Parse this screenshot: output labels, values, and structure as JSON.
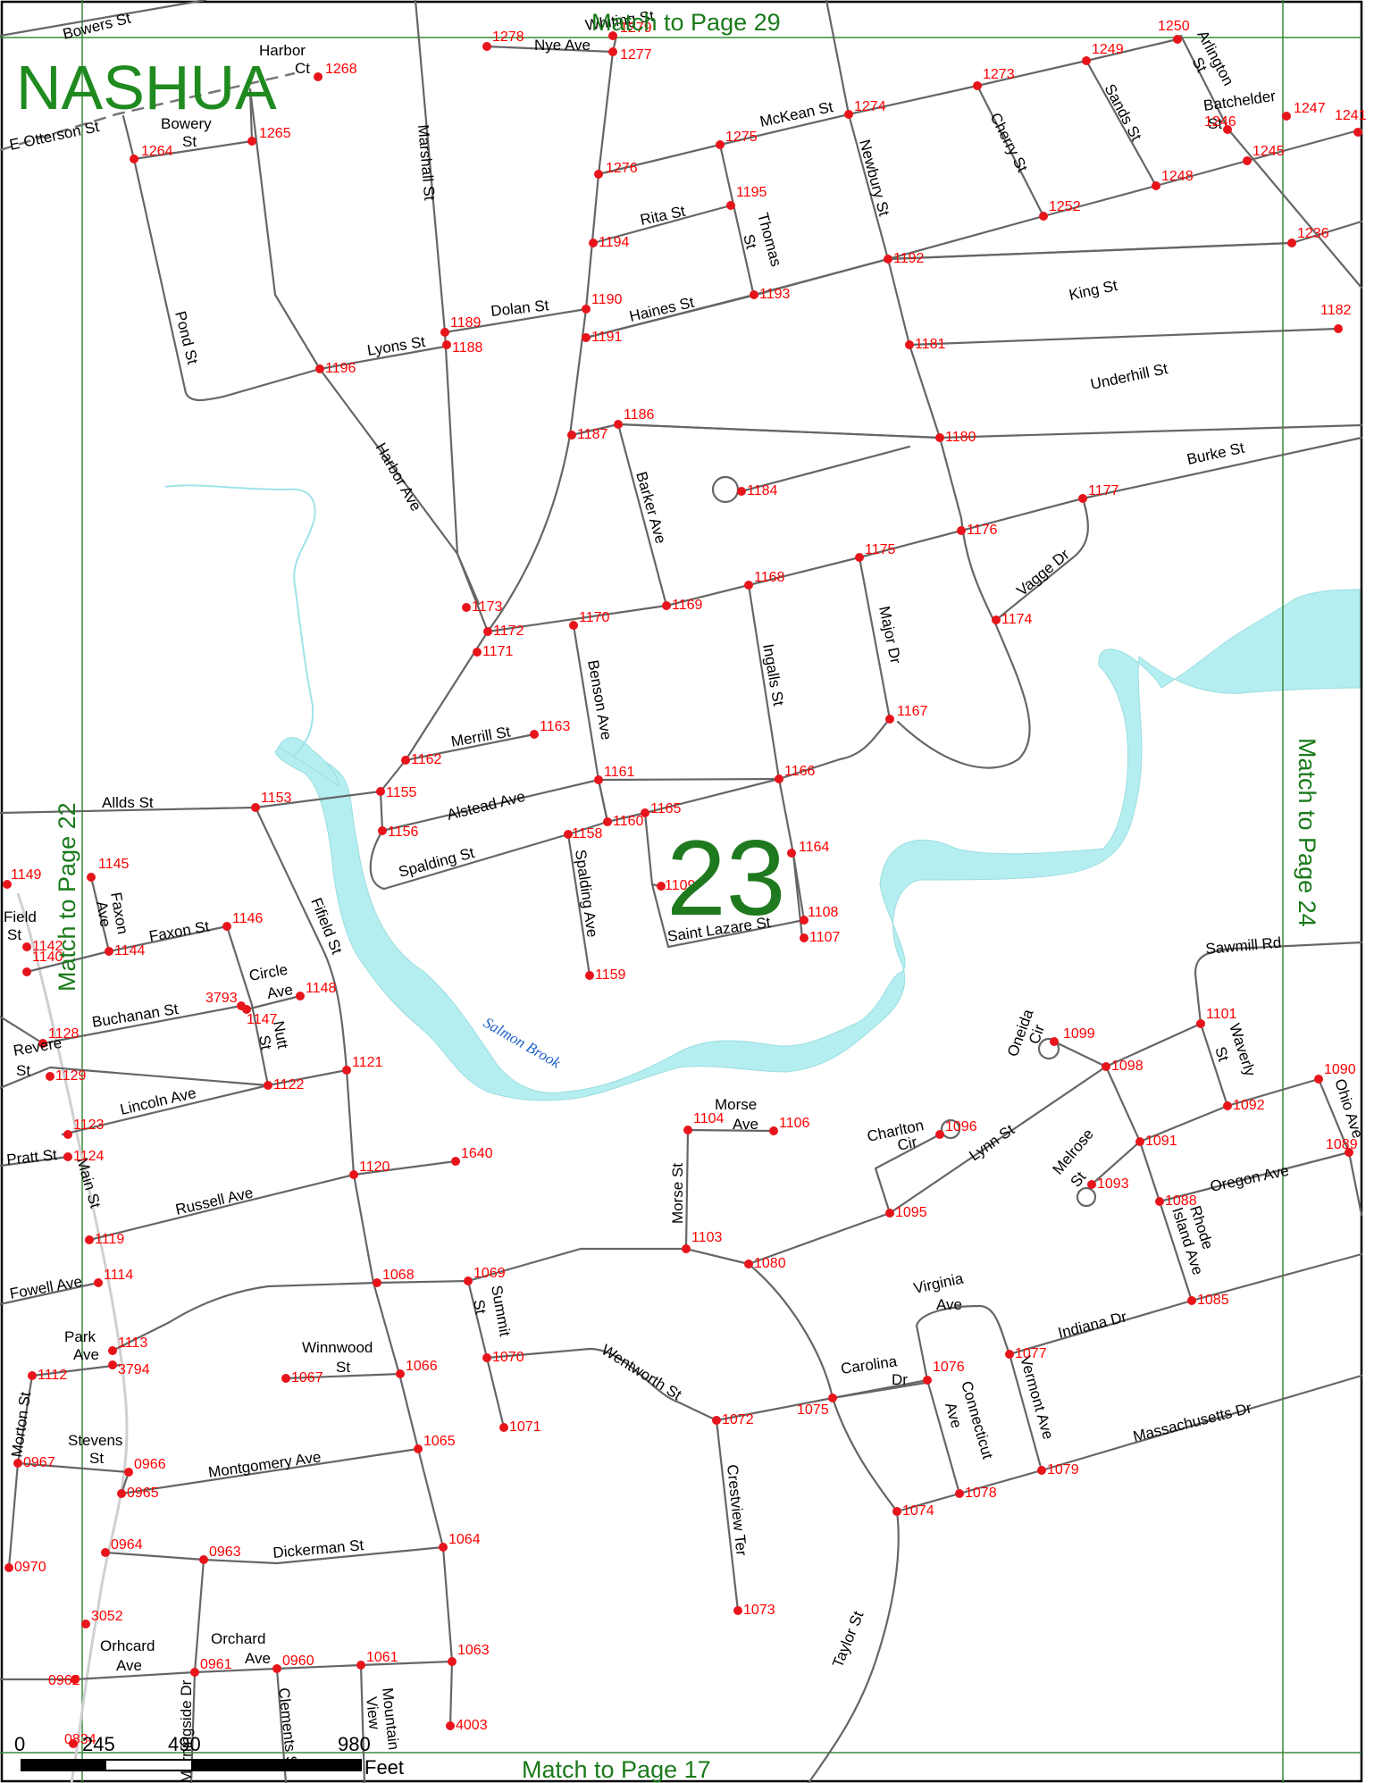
{
  "city": "NASHUA",
  "page_number": "23",
  "match_labels": {
    "top": "Match to Page 29",
    "bottom": "Match to Page 17",
    "left": "Match to Page 22",
    "right": "Match to Page 24"
  },
  "water_label": "Salmon Brook",
  "scale": {
    "ticks": [
      "0",
      "245",
      "490",
      "980"
    ],
    "unit": "Feet"
  },
  "streets": {
    "bowers": "Bowers St",
    "harbor_ct_1": "Harbor",
    "harbor_ct_2": "Ct",
    "e_otterson": "E Otterson St",
    "bowery_1": "Bowery",
    "bowery_2": "St",
    "whiting": "Whiting St",
    "nye": "Nye Ave",
    "marshall": "Marshall St",
    "mckean": "McKean St",
    "newbury": "Newbury St",
    "cherry": "Cherry St",
    "sands": "Sands St",
    "arlington_1": "Arlington",
    "arlington_2": "St",
    "batchelder_1": "Batchelder",
    "batchelder_2": "St",
    "rita": "Rita St",
    "thomas_1": "Thomas",
    "thomas_2": "St",
    "haines": "Haines St",
    "dolan": "Dolan St",
    "king": "King St",
    "pond": "Pond St",
    "lyons": "Lyons St",
    "underhill": "Underhill St",
    "harbor_ave": "Harbor Ave",
    "barker": "Barker Ave",
    "burke": "Burke St",
    "vagge": "Vagge Dr",
    "major": "Major Dr",
    "ingalls": "Ingalls St",
    "benson": "Benson Ave",
    "merrill": "Merrill St",
    "allds": "Allds St",
    "alstead": "Alstead Ave",
    "spalding": "Spalding St",
    "spalding_ave": "Spalding Ave",
    "saint_lazare": "Saint Lazare St",
    "sawmill": "Sawmill Rd",
    "field_1": "Field",
    "field_2": "St",
    "faxon_ave_1": "Faxon",
    "faxon_ave_2": "Ave",
    "faxon_st": "Faxon St",
    "fifield": "Fifield St",
    "circle_1": "Circle",
    "circle_2": "Ave",
    "buchanan": "Buchanan St",
    "nutt_1": "Nutt",
    "nutt_2": "St",
    "revere_1": "Revere",
    "revere_2": "St",
    "lincoln": "Lincoln Ave",
    "pratt": "Pratt St",
    "main": "Main St",
    "russell": "Russell Ave",
    "fowell": "Fowell Ave",
    "oneida_1": "Oneida",
    "oneida_2": "Cir",
    "waverly_1": "Waverly",
    "waverly_2": "St",
    "ohio": "Ohio Ave",
    "morse_1": "Morse",
    "morse_2": "Ave",
    "morse_st": "Morse St",
    "charlton_1": "Charlton",
    "charlton_2": "Cir",
    "lynn": "Lynn St",
    "melrose_1": "Melrose",
    "melrose_2": "St",
    "oregon": "Oregon Ave",
    "rhode_1": "Rhode",
    "rhode_2": "Island Ave",
    "summit_1": "Summit",
    "summit_2": "St",
    "wentworth": "Wentworth St",
    "winnwood_1": "Winnwood",
    "winnwood_2": "St",
    "park_1": "Park",
    "park_2": "Ave",
    "virginia_1": "Virginia",
    "virginia_2": "Ave",
    "indiana": "Indiana Dr",
    "carolina_1": "Carolina",
    "carolina_2": "Dr",
    "connecticut_1": "Connecticut",
    "connecticut_2": "Ave",
    "vermont": "Vermont Ave",
    "massachusetts": "Massachusetts Dr",
    "crestview": "Crestview Ter",
    "morton": "Morton St",
    "stevens_1": "Stevens",
    "stevens_2": "St",
    "montgomery": "Montgomery Ave",
    "dickerman": "Dickerman St",
    "taylor": "Taylor St",
    "orhcard_1": "Orhcard",
    "orhcard_2": "Ave",
    "orchard_1": "Orchard",
    "orchard_2": "Ave",
    "morningside": "Morningside Dr",
    "clements": "Clements St",
    "mountain_1": "Mountain",
    "mountain_2": "View"
  },
  "nodes": [
    "1278",
    "1279",
    "1277",
    "1268",
    "1250",
    "1249",
    "1273",
    "1274",
    "1275",
    "1276",
    "1265",
    "1264",
    "1247",
    "1246",
    "1241",
    "1245",
    "1248",
    "1252",
    "1195",
    "1194",
    "1192",
    "1236",
    "1193",
    "1190",
    "1189",
    "1188",
    "1191",
    "1182",
    "1181",
    "1196",
    "1187",
    "1186",
    "1180",
    "1184",
    "1177",
    "1176",
    "1175",
    "1168",
    "1169",
    "1174",
    "1173",
    "1172",
    "1171",
    "1170",
    "1167",
    "1163",
    "1162",
    "1155",
    "1153",
    "1161",
    "1166",
    "1156",
    "1158",
    "1160",
    "1165",
    "1164",
    "1109",
    "1108",
    "1107",
    "1159",
    "1149",
    "1145",
    "1146",
    "1142",
    "1140",
    "1144",
    "1148",
    "1147",
    "3793",
    "1128",
    "1129",
    "1121",
    "1122",
    "1123",
    "1124",
    "1101",
    "1099",
    "1098",
    "1090",
    "1092",
    "1091",
    "1089",
    "1093",
    "1096",
    "1104",
    "1106",
    "1640",
    "1120",
    "1095",
    "1088",
    "1119",
    "1103",
    "1080",
    "1114",
    "1068",
    "1069",
    "1085",
    "1113",
    "3794",
    "1070",
    "1077",
    "1112",
    "1067",
    "1066",
    "1076",
    "1075",
    "1072",
    "1071",
    "0967",
    "0966",
    "0965",
    "1065",
    "1079",
    "1078",
    "1074",
    "0970",
    "0964",
    "0963",
    "1064",
    "1073",
    "3052",
    "0962",
    "0961",
    "0960",
    "1061",
    "1063",
    "4003",
    "0834"
  ]
}
